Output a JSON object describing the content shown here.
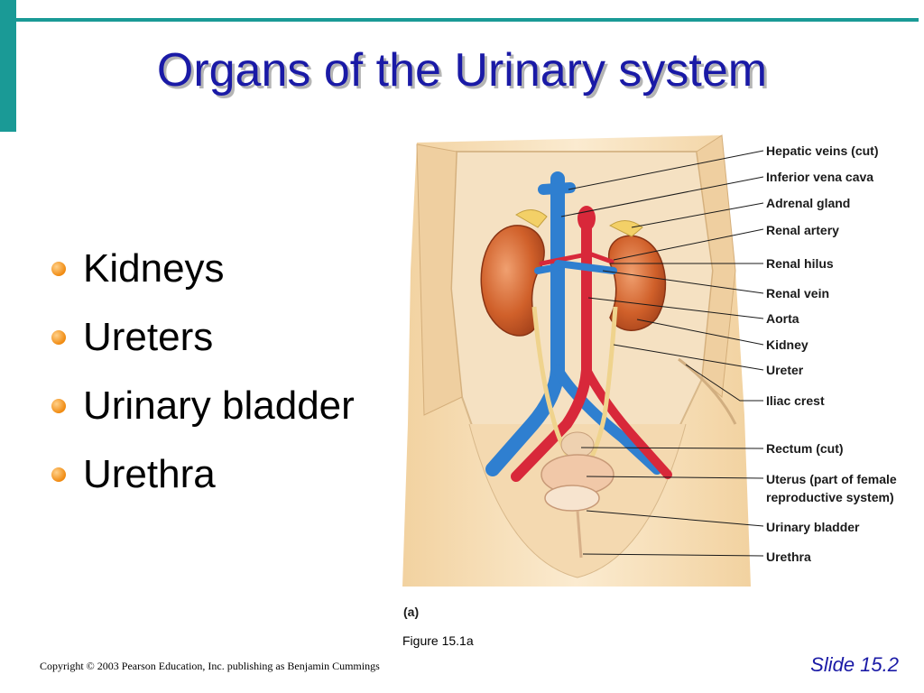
{
  "slide": {
    "title": "Organs of the Urinary system",
    "bullets": [
      "Kidneys",
      "Ureters",
      "Urinary bladder",
      "Urethra"
    ],
    "figure_tag": "(a)",
    "figure_caption": "Figure 15.1a",
    "copyright": "Copyright © 2003 Pearson Education, Inc. publishing as Benjamin Cummings",
    "slide_number": "Slide 15.2"
  },
  "figure": {
    "labels": [
      "Hepatic veins (cut)",
      "Inferior vena cava",
      "Adrenal gland",
      "Renal artery",
      "Renal hilus",
      "Renal vein",
      "Aorta",
      "Kidney",
      "Ureter",
      "Iliac crest",
      "Rectum (cut)",
      "Uterus (part of female",
      "reproductive system)",
      "Urinary bladder",
      "Urethra"
    ]
  },
  "colors": {
    "accent": "#1a9a96",
    "title": "#1a1aa6",
    "bullet": "#f08a10",
    "kidney": "#c8521e",
    "vein": "#2f7fd0",
    "artery": "#d8283a",
    "skin": "#f6dfb6"
  }
}
